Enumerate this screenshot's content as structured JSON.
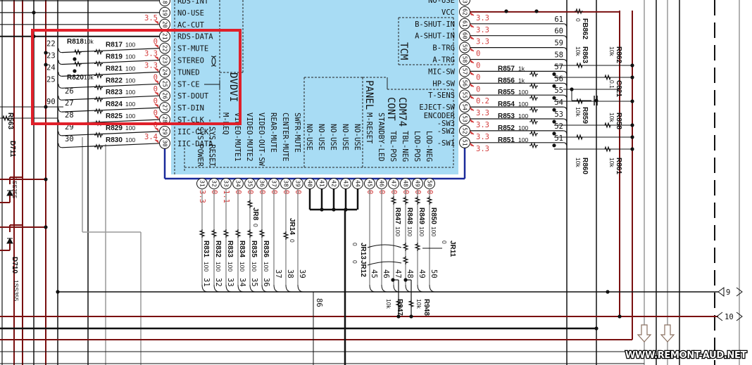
{
  "colors": {
    "chip": "#a8dcf4",
    "highlight": "#e0202a",
    "voltage": "#d23a3a",
    "power": "#7a1010",
    "bus": "#1a2a9a"
  },
  "chip": {
    "groups": {
      "dvd": "DVDVI",
      "panel": "PANEL",
      "cdm": "CDM74",
      "cont": "CONT",
      "tcm": "TCM"
    }
  },
  "left_pins": [
    {
      "num": "18",
      "label": "RDS-INT",
      "v": "",
      "r": "",
      "rv": "",
      "net": ""
    },
    {
      "num": "19",
      "label": "NO-USE",
      "v": "",
      "r": "",
      "rv": "",
      "net": ""
    },
    {
      "num": "20",
      "label": "AC-CUT",
      "v": "3.5",
      "r": "",
      "rv": "",
      "net": ""
    },
    {
      "num": "21",
      "label": "RDS-DATA",
      "v": "",
      "r": "",
      "rv": "",
      "net": ""
    },
    {
      "num": "22",
      "label": "ST-MUTE",
      "v": "0",
      "r": "R817",
      "rv": "100",
      "net": "22"
    },
    {
      "num": "23",
      "label": "STEREO",
      "v": "3.3",
      "r": "R819",
      "rv": "100",
      "net": "23"
    },
    {
      "num": "24",
      "label": "TUNED",
      "v": "3.3",
      "r": "R821",
      "rv": "100",
      "net": "24"
    },
    {
      "num": "25",
      "label": "ST-CE",
      "v": "0",
      "r": "R822",
      "rv": "100",
      "net": "25"
    },
    {
      "num": "26",
      "label": "ST-DOUT",
      "v": "0",
      "r": "R823",
      "rv": "100",
      "net": "26"
    },
    {
      "num": "27",
      "label": "ST-DIN",
      "v": "0",
      "r": "R824",
      "rv": "100",
      "net": "27"
    },
    {
      "num": "28",
      "label": "ST-CLK",
      "v": "0",
      "r": "R825",
      "rv": "100",
      "net": "28"
    },
    {
      "num": "29",
      "label": "IIC-CLK",
      "v": "0",
      "r": "R829",
      "rv": "100",
      "net": "29"
    },
    {
      "num": "30",
      "label": "IIC-DATA",
      "v": "3.4",
      "r": "R830",
      "rv": "100",
      "net": "30"
    }
  ],
  "left_extra": {
    "r818": "R818",
    "r818v": "10k",
    "r820": "R820",
    "r820v": "10k",
    "net90": "90",
    "r563": "R563",
    "d711": "D711",
    "d711v": "1SS355",
    "d710": "D710",
    "d710v": "1SS355"
  },
  "right_pins": [
    {
      "num": "63",
      "label": "NO-USE",
      "v": "",
      "r": "",
      "rv": "",
      "net": ""
    },
    {
      "num": "62",
      "label": "VCC",
      "v": "3.3",
      "r": "",
      "rv": "",
      "net": ""
    },
    {
      "num": "61",
      "label": "B-SHUT-IN",
      "v": "3.3",
      "r": "",
      "rv": "",
      "net": "61"
    },
    {
      "num": "60",
      "label": "A-SHUT-IN",
      "v": "3.3",
      "r": "",
      "rv": "",
      "net": "60"
    },
    {
      "num": "59",
      "label": "B-TRG",
      "v": "0",
      "r": "",
      "rv": "",
      "net": "59"
    },
    {
      "num": "58",
      "label": "A-TRG",
      "v": "0",
      "r": "",
      "rv": "",
      "net": "58"
    },
    {
      "num": "57",
      "label": "MIC-SW",
      "v": "0",
      "r": "R857",
      "rv": "1k",
      "net": "57"
    },
    {
      "num": "56",
      "label": "HP-SW",
      "v": "0",
      "r": "R856",
      "rv": "1k",
      "net": "56"
    },
    {
      "num": "55",
      "label": "T-SENS",
      "v": "0.2",
      "r": "R855",
      "rv": "100",
      "net": "55"
    },
    {
      "num": "54",
      "label": "EJECT-SW",
      "v": "3.3",
      "r": "R854",
      "rv": "100",
      "net": "54"
    },
    {
      "num": "53",
      "label": "ENCODER",
      "v": "3.3",
      "r": "R853",
      "rv": "100",
      "net": "53"
    },
    {
      "num": "52",
      "label": "-SW2",
      "v": "3.3",
      "r": "R852",
      "rv": "100",
      "net": "52"
    },
    {
      "num": "51",
      "label": "-SW1",
      "v": "3.3",
      "r": "R851",
      "rv": "100",
      "net": "51"
    }
  ],
  "encoder_sw3": "-SW3",
  "right_parts": [
    {
      "ref": "FB862",
      "val": "0"
    },
    {
      "ref": "R863",
      "val": "10k"
    },
    {
      "ref": "R862",
      "val": "10k"
    },
    {
      "ref": "C821",
      "val": "0.1"
    },
    {
      "ref": "R859",
      "val": "10k"
    },
    {
      "ref": "R858",
      "val": "10k"
    },
    {
      "ref": "R860",
      "val": "10k"
    },
    {
      "ref": "R861",
      "val": "10k"
    }
  ],
  "bottom_pins": [
    {
      "num": "31",
      "label": "SYS POWER",
      "v": "3.3",
      "r": "R831",
      "rv": "100",
      "net": "31"
    },
    {
      "num": "32",
      "label": "SYS RESET",
      "v": "0",
      "r": "R832",
      "rv": "100",
      "net": "32"
    },
    {
      "num": "33",
      "label": "M-REQ",
      "v": "1.1",
      "r": "R833",
      "rv": "100",
      "net": "33"
    },
    {
      "num": "34",
      "label": "VIDEO-MUTE1",
      "v": "0",
      "r": "R834",
      "rv": "100",
      "net": "34"
    },
    {
      "num": "35",
      "label": "VIDEO-MUTE2",
      "v": "0",
      "r": "R835",
      "rv": "100",
      "net": "35"
    },
    {
      "num": "36",
      "label": "VIDEO-OUT-SW",
      "v": "0",
      "r": "R836",
      "rv": "100",
      "net": "36"
    },
    {
      "num": "37",
      "label": "REAR-MUTE",
      "v": "0",
      "r": "",
      "rv": "",
      "net": "37"
    },
    {
      "num": "38",
      "label": "CENTER-MUTE",
      "v": "0",
      "r": "JR14",
      "rv": "0",
      "net": "38"
    },
    {
      "num": "39",
      "label": "SWFR-MUTE",
      "v": "0",
      "r": "",
      "rv": "",
      "net": "39"
    },
    {
      "num": "40",
      "label": "NO-USE",
      "v": "",
      "r": "",
      "rv": "",
      "net": ""
    },
    {
      "num": "41",
      "label": "NO-USE",
      "v": "",
      "r": "",
      "rv": "",
      "net": ""
    },
    {
      "num": "42",
      "label": "NO-USE",
      "v": "",
      "r": "",
      "rv": "",
      "net": ""
    },
    {
      "num": "43",
      "label": "NO-USE",
      "v": "",
      "r": "",
      "rv": "",
      "net": ""
    },
    {
      "num": "44",
      "label": "NO-USE",
      "v": "",
      "r": "",
      "rv": "",
      "net": ""
    },
    {
      "num": "45",
      "label": "M-RESET",
      "v": "0",
      "r": "",
      "rv": "",
      "net": "45"
    },
    {
      "num": "46",
      "label": "STANDBY-LED",
      "v": "0",
      "r": "",
      "rv": "",
      "net": "46"
    },
    {
      "num": "47",
      "label": "TBL-POS",
      "v": "0",
      "r": "R847",
      "rv": "100",
      "net": "47"
    },
    {
      "num": "48",
      "label": "TBL-NEG",
      "v": "0",
      "r": "R848",
      "rv": "100",
      "net": "48"
    },
    {
      "num": "49",
      "label": "LOD-POS",
      "v": "0",
      "r": "R849",
      "rv": "100",
      "net": "49"
    },
    {
      "num": "50",
      "label": "LOD-NEG",
      "v": "0",
      "r": "R850",
      "rv": "100",
      "net": "50"
    }
  ],
  "bottom_extra": {
    "jr8": "JR8",
    "jr8v": "0",
    "jr13": "JR13",
    "jr13v": "0",
    "jr12": "JR12",
    "jr12v": "0",
    "jr11": "JR11",
    "jr11v": "0",
    "net86": "86",
    "r947": "R947",
    "r947v": "10k",
    "r948": "R948",
    "r948v": "10k"
  },
  "connectors": {
    "c9": "9",
    "c10": "10"
  },
  "watermark": "WWW.REMONT-AUD.NET"
}
